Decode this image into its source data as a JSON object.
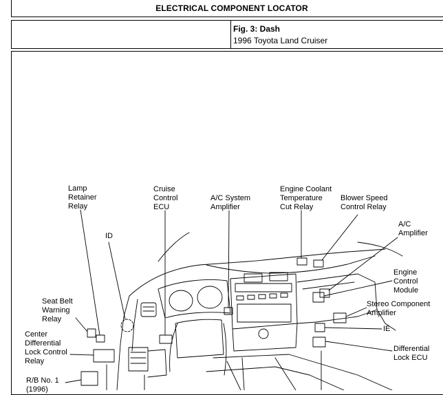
{
  "header": {
    "title": "ELECTRICAL COMPONENT LOCATOR",
    "figure_title": "Fig. 3: Dash",
    "figure_subtitle": "1996 Toyota Land Cruiser"
  },
  "labels": {
    "lamp_retainer_relay": "Lamp\nRetainer\nRelay",
    "cruise_control_ecu": "Cruise\nControl\nECU",
    "ac_system_amplifier": "A/C System\nAmplifier",
    "engine_coolant_relay": "Engine Coolant\nTemperature\nCut Relay",
    "blower_speed_relay": "Blower Speed\nControl Relay",
    "ac_amplifier": "A/C\nAmplifier",
    "id_connector": "ID",
    "engine_control_module": "Engine\nControl\nModule",
    "stereo_amplifier": "Stereo Component\nAmplifier",
    "ie_connector": "IE",
    "seat_belt_relay": "Seat Belt\nWarning\nRelay",
    "center_diff_relay": "Center\nDifferential\nLock Control\nRelay",
    "differential_lock_ecu": "Differential\nLock ECU",
    "rb_no1": "R/B No. 1\n(1996)"
  }
}
